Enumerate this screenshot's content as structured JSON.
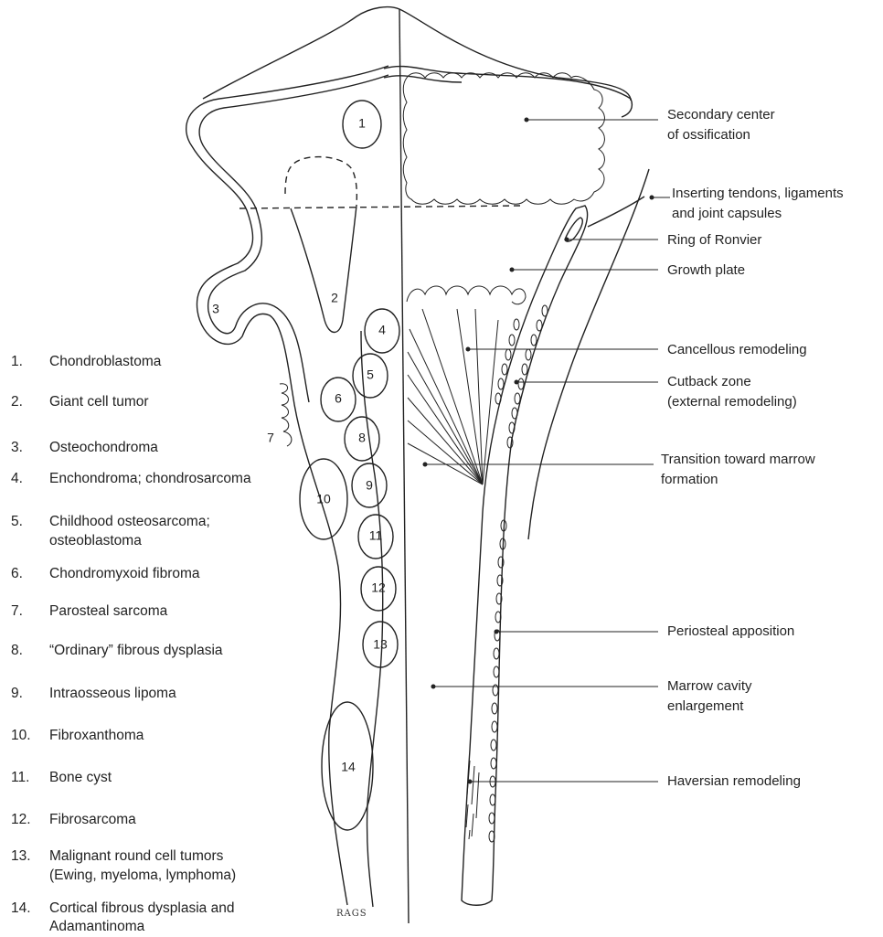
{
  "tumor_markers": [
    "1",
    "2",
    "3",
    "4",
    "5",
    "6",
    "7",
    "8",
    "9",
    "10",
    "11",
    "12",
    "13",
    "14"
  ],
  "legend": [
    {
      "num": "1.",
      "lines": [
        "Chondroblastoma"
      ]
    },
    {
      "num": "2.",
      "lines": [
        "Giant cell tumor"
      ]
    },
    {
      "num": "3.",
      "lines": [
        "Osteochondroma"
      ]
    },
    {
      "num": "4.",
      "lines": [
        "Enchondroma; chondrosarcoma"
      ]
    },
    {
      "num": "5.",
      "lines": [
        "Childhood osteosarcoma;",
        "osteoblastoma"
      ]
    },
    {
      "num": "6.",
      "lines": [
        "Chondromyxoid fibroma"
      ]
    },
    {
      "num": "7.",
      "lines": [
        "Parosteal sarcoma"
      ]
    },
    {
      "num": "8.",
      "lines": [
        "“Ordinary” fibrous dysplasia"
      ]
    },
    {
      "num": "9.",
      "lines": [
        "Intraosseous lipoma"
      ]
    },
    {
      "num": "10.",
      "lines": [
        "Fibroxanthoma"
      ]
    },
    {
      "num": "11.",
      "lines": [
        "Bone cyst"
      ]
    },
    {
      "num": "12.",
      "lines": [
        "Fibrosarcoma"
      ]
    },
    {
      "num": "13.",
      "lines": [
        "Malignant round cell tumors",
        "(Ewing, myeloma, lymphoma)"
      ]
    },
    {
      "num": "14.",
      "lines": [
        "Cortical fibrous dysplasia and",
        "Adamantinoma"
      ]
    }
  ],
  "callouts": [
    {
      "id": "secondary-center",
      "lines": [
        "Secondary center",
        "of ossification"
      ]
    },
    {
      "id": "inserting-tendons",
      "lines": [
        "Inserting tendons, ligaments",
        "and joint capsules"
      ]
    },
    {
      "id": "ring-of-ronvier",
      "lines": [
        "Ring of Ronvier"
      ]
    },
    {
      "id": "growth-plate",
      "lines": [
        "Growth plate"
      ]
    },
    {
      "id": "cancellous-remodeling",
      "lines": [
        "Cancellous remodeling"
      ]
    },
    {
      "id": "cutback-zone",
      "lines": [
        "Cutback zone",
        "(external remodeling)"
      ]
    },
    {
      "id": "transition-marrow",
      "lines": [
        "Transition toward marrow",
        "formation"
      ]
    },
    {
      "id": "periosteal-apposition",
      "lines": [
        "Periosteal apposition"
      ]
    },
    {
      "id": "marrow-cavity",
      "lines": [
        "Marrow cavity",
        "enlargement"
      ]
    },
    {
      "id": "haversian-remodeling",
      "lines": [
        "Haversian remodeling"
      ]
    }
  ],
  "signature": "RAGS"
}
